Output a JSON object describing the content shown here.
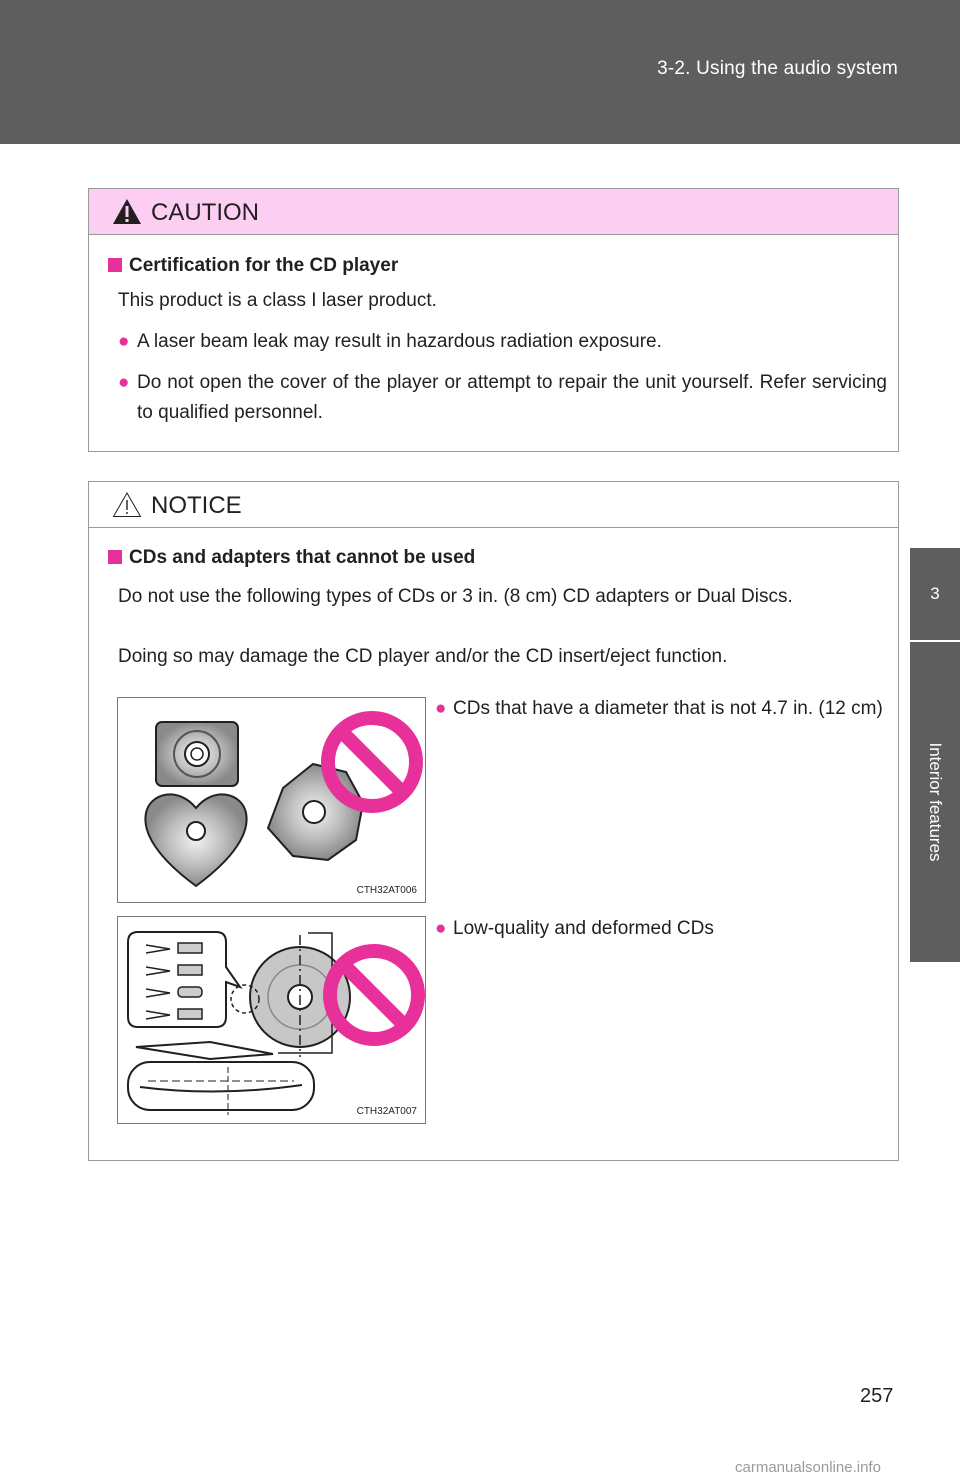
{
  "header": {
    "section_title": "3-2. Using the audio system"
  },
  "side_tab": {
    "number": "3",
    "label": "Interior features"
  },
  "caution": {
    "title": "CAUTION",
    "heading": "Certification for the CD player",
    "intro": "This product is a class I laser product.",
    "bullets": [
      "A laser beam leak may result in hazardous radiation exposure.",
      "Do not open the cover of the player or attempt to repair the unit yourself. Refer servicing to qualified personnel."
    ]
  },
  "notice": {
    "title": "NOTICE",
    "heading": "CDs and adapters that cannot be used",
    "body": "Do not use the following types of CDs or 3 in. (8 cm) CD adapters or Dual Discs.",
    "body2": "Doing so may damage the CD player and/or the CD insert/eject function.",
    "items": [
      {
        "text": "CDs that have a diameter that is not 4.7 in. (12 cm)",
        "figure_code": "CTH32AT006"
      },
      {
        "text": "Low-quality and deformed CDs",
        "figure_code": "CTH32AT007"
      }
    ]
  },
  "page_number": "257",
  "watermark": "carmanualsonline.info",
  "colors": {
    "band": "#5e5e5e",
    "caution_header": "#fccff2",
    "accent": "#e8309a"
  }
}
